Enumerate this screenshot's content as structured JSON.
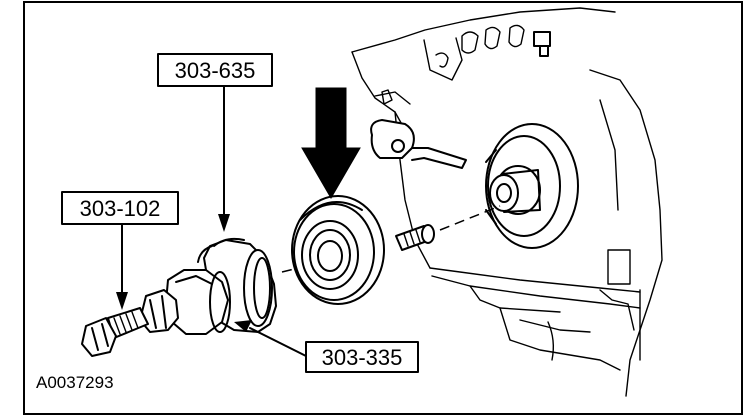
{
  "figure_id": "A0037293",
  "labels": {
    "tool_303_635": "303-635",
    "tool_303_102": "303-102",
    "tool_303_335": "303-335"
  },
  "colors": {
    "line": "#000000",
    "background": "#ffffff"
  }
}
